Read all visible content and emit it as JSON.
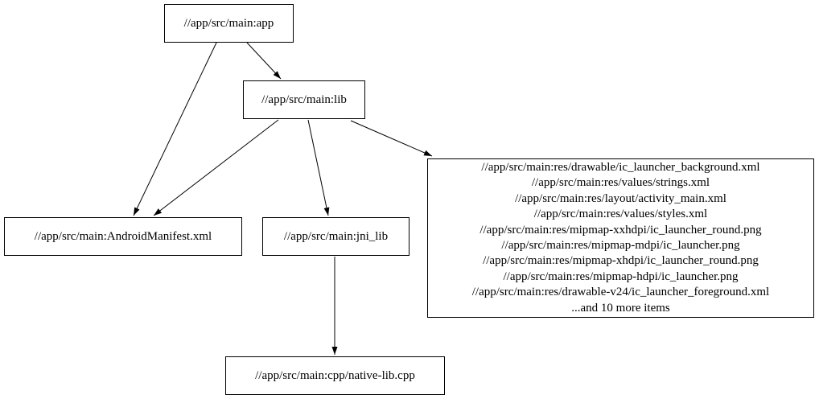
{
  "graph": {
    "background_color": "#ffffff",
    "node_border_color": "#000000",
    "edge_color": "#000000",
    "text_color": "#000000",
    "nodes": {
      "app": {
        "label": "//app/src/main:app"
      },
      "lib": {
        "label": "//app/src/main:lib"
      },
      "android_manifest": {
        "label": "//app/src/main:AndroidManifest.xml"
      },
      "jni_lib": {
        "label": "//app/src/main:jni_lib"
      },
      "native_lib_cpp": {
        "label": "//app/src/main:cpp/native-lib.cpp"
      },
      "res_group": {
        "lines": [
          "//app/src/main:res/drawable/ic_launcher_background.xml",
          "//app/src/main:res/values/strings.xml",
          "//app/src/main:res/layout/activity_main.xml",
          "//app/src/main:res/values/styles.xml",
          "//app/src/main:res/mipmap-xxhdpi/ic_launcher_round.png",
          "//app/src/main:res/mipmap-mdpi/ic_launcher.png",
          "//app/src/main:res/mipmap-xhdpi/ic_launcher_round.png",
          "//app/src/main:res/mipmap-hdpi/ic_launcher.png",
          "//app/src/main:res/drawable-v24/ic_launcher_foreground.xml",
          "...and 10 more items"
        ]
      }
    },
    "edges": [
      {
        "from": "app",
        "to": "lib"
      },
      {
        "from": "app",
        "to": "android_manifest"
      },
      {
        "from": "lib",
        "to": "android_manifest"
      },
      {
        "from": "lib",
        "to": "jni_lib"
      },
      {
        "from": "lib",
        "to": "res_group"
      },
      {
        "from": "jni_lib",
        "to": "native_lib_cpp"
      }
    ]
  }
}
